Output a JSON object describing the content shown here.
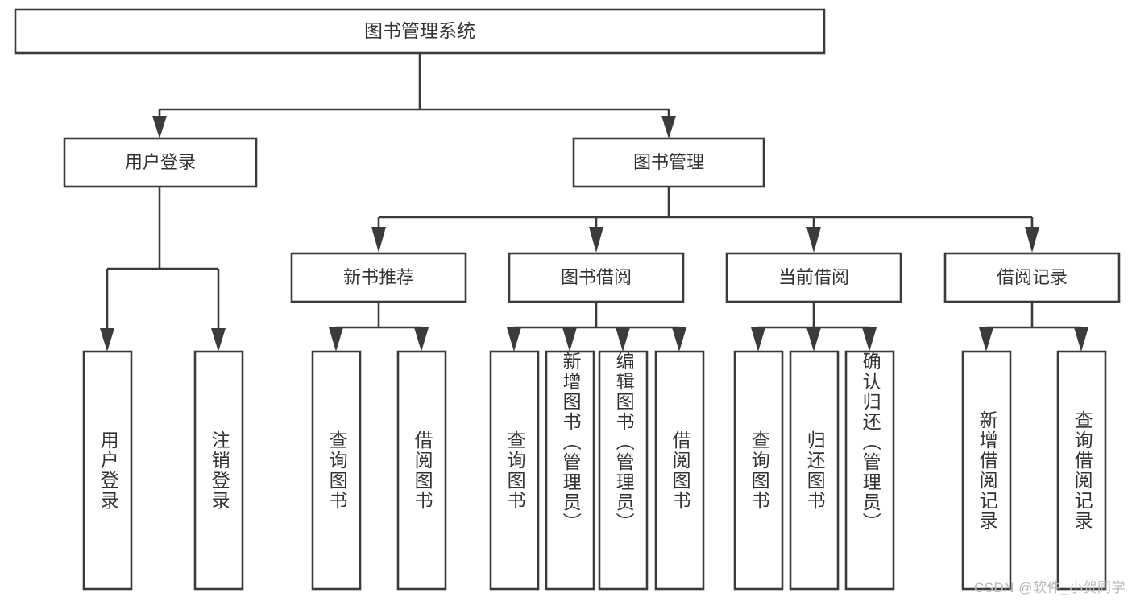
{
  "diagram": {
    "type": "tree-hierarchy",
    "title": "图书管理系统",
    "root": {
      "label": "图书管理系统"
    },
    "level2": [
      {
        "id": "user-login",
        "label": "用户登录"
      },
      {
        "id": "book-manage",
        "label": "图书管理"
      }
    ],
    "level3": [
      {
        "id": "new-book-recommend",
        "label": "新书推荐"
      },
      {
        "id": "book-borrow",
        "label": "图书借阅"
      },
      {
        "id": "current-borrow",
        "label": "当前借阅"
      },
      {
        "id": "borrow-record",
        "label": "借阅记录"
      }
    ],
    "leaves": {
      "user_login": [
        {
          "id": "leaf-user-login",
          "label": "用户登录"
        },
        {
          "id": "leaf-logout-login",
          "label": "注销登录"
        }
      ],
      "new_book_recommend": [
        {
          "id": "leaf-query-book-1",
          "label": "查询图书"
        },
        {
          "id": "leaf-borrow-book-1",
          "label": "借阅图书"
        }
      ],
      "book_borrow": [
        {
          "id": "leaf-query-book-2",
          "label": "查询图书"
        },
        {
          "id": "leaf-add-book-admin",
          "label": "新增图书（管理员）"
        },
        {
          "id": "leaf-edit-book-admin",
          "label": "编辑图书（管理员）"
        },
        {
          "id": "leaf-borrow-book-2",
          "label": "借阅图书"
        }
      ],
      "current_borrow": [
        {
          "id": "leaf-query-book-3",
          "label": "查询图书"
        },
        {
          "id": "leaf-return-book",
          "label": "归还图书"
        },
        {
          "id": "leaf-confirm-return-admin",
          "label": "确认归还（管理员）"
        }
      ],
      "borrow_record": [
        {
          "id": "leaf-add-borrow-record",
          "label": "新增借阅记录"
        },
        {
          "id": "leaf-query-borrow-record",
          "label": "查询借阅记录"
        }
      ]
    }
  },
  "watermark": {
    "text": "CSDN @软件_小贺同学"
  },
  "colors": {
    "stroke": "#3b3b3b",
    "text": "#333333",
    "background": "#ffffff",
    "watermark": "#b9b9b9"
  }
}
